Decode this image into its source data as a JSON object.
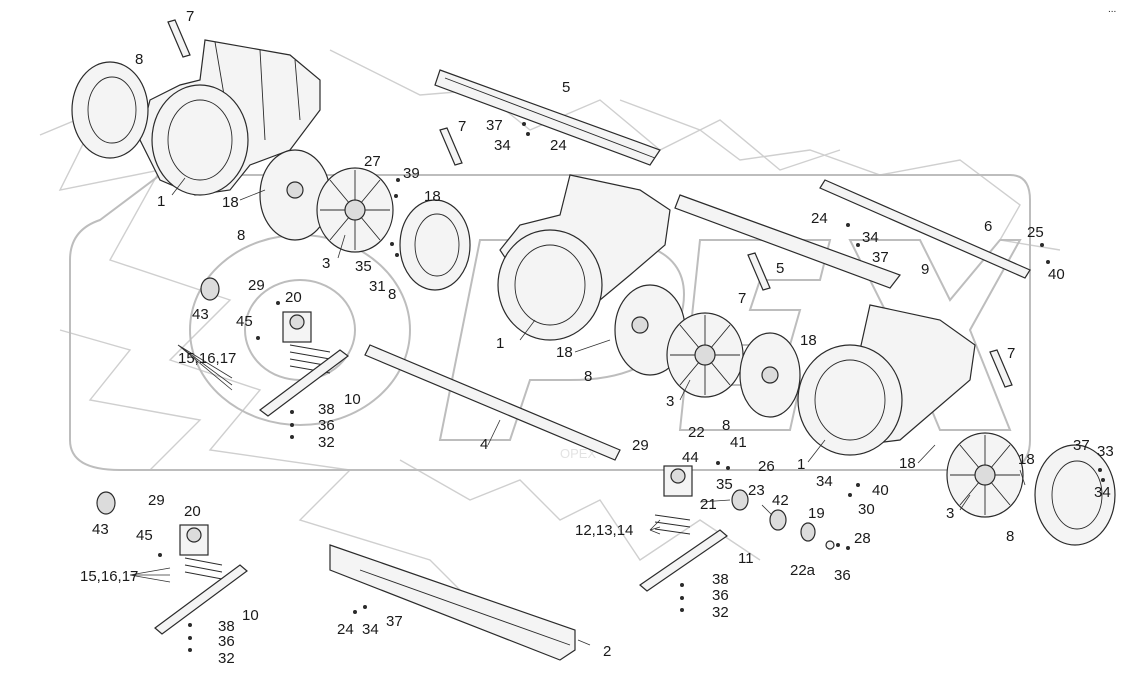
{
  "corner_mark": "...",
  "watermark": "OPEX",
  "callouts": [
    {
      "id": "c1",
      "text": "7"
    },
    {
      "id": "c2",
      "text": "8"
    },
    {
      "id": "c3",
      "text": "5"
    },
    {
      "id": "c4",
      "text": "37"
    },
    {
      "id": "c5",
      "text": "7"
    },
    {
      "id": "c6",
      "text": "34"
    },
    {
      "id": "c7",
      "text": "24"
    },
    {
      "id": "c8",
      "text": "27"
    },
    {
      "id": "c9",
      "text": "39"
    },
    {
      "id": "c10",
      "text": "18"
    },
    {
      "id": "c11",
      "text": "1"
    },
    {
      "id": "c12",
      "text": "18"
    },
    {
      "id": "c13",
      "text": "8"
    },
    {
      "id": "c14",
      "text": "3"
    },
    {
      "id": "c15",
      "text": "35"
    },
    {
      "id": "c16",
      "text": "31"
    },
    {
      "id": "c17",
      "text": "8"
    },
    {
      "id": "c18",
      "text": "24"
    },
    {
      "id": "c19",
      "text": "34"
    },
    {
      "id": "c20",
      "text": "37"
    },
    {
      "id": "c21",
      "text": "6"
    },
    {
      "id": "c22",
      "text": "25"
    },
    {
      "id": "c23",
      "text": "5"
    },
    {
      "id": "c24",
      "text": "9"
    },
    {
      "id": "c25",
      "text": "40"
    },
    {
      "id": "c26",
      "text": "29"
    },
    {
      "id": "c27",
      "text": "20"
    },
    {
      "id": "c28",
      "text": "43"
    },
    {
      "id": "c29",
      "text": "45"
    },
    {
      "id": "c30",
      "text": "15,16,17"
    },
    {
      "id": "c31",
      "text": "1"
    },
    {
      "id": "c32",
      "text": "18"
    },
    {
      "id": "c33",
      "text": "7"
    },
    {
      "id": "c34",
      "text": "8"
    },
    {
      "id": "c35",
      "text": "18"
    },
    {
      "id": "c36",
      "text": "7"
    },
    {
      "id": "c37",
      "text": "10"
    },
    {
      "id": "c38",
      "text": "38"
    },
    {
      "id": "c39",
      "text": "36"
    },
    {
      "id": "c40",
      "text": "32"
    },
    {
      "id": "c41",
      "text": "4"
    },
    {
      "id": "c42",
      "text": "3"
    },
    {
      "id": "c43",
      "text": "8"
    },
    {
      "id": "c44",
      "text": "22"
    },
    {
      "id": "c45",
      "text": "41"
    },
    {
      "id": "c46",
      "text": "29"
    },
    {
      "id": "c47",
      "text": "44"
    },
    {
      "id": "c48",
      "text": "26"
    },
    {
      "id": "c49",
      "text": "1"
    },
    {
      "id": "c50",
      "text": "35"
    },
    {
      "id": "c51",
      "text": "23"
    },
    {
      "id": "c52",
      "text": "34"
    },
    {
      "id": "c53",
      "text": "40"
    },
    {
      "id": "c54",
      "text": "18"
    },
    {
      "id": "c55",
      "text": "37"
    },
    {
      "id": "c56",
      "text": "33"
    },
    {
      "id": "c57",
      "text": "18"
    },
    {
      "id": "c58",
      "text": "34"
    },
    {
      "id": "c59",
      "text": "21"
    },
    {
      "id": "c60",
      "text": "42"
    },
    {
      "id": "c61",
      "text": "30"
    },
    {
      "id": "c62",
      "text": "3"
    },
    {
      "id": "c63",
      "text": "19"
    },
    {
      "id": "c64",
      "text": "12,13,14"
    },
    {
      "id": "c65",
      "text": "28"
    },
    {
      "id": "c66",
      "text": "8"
    },
    {
      "id": "c67",
      "text": "43"
    },
    {
      "id": "c68",
      "text": "29"
    },
    {
      "id": "c69",
      "text": "20"
    },
    {
      "id": "c70",
      "text": "45"
    },
    {
      "id": "c71",
      "text": "11"
    },
    {
      "id": "c72",
      "text": "22a"
    },
    {
      "id": "c73",
      "text": "36"
    },
    {
      "id": "c74",
      "text": "15,16,17"
    },
    {
      "id": "c75",
      "text": "38"
    },
    {
      "id": "c76",
      "text": "36"
    },
    {
      "id": "c77",
      "text": "32"
    },
    {
      "id": "c78",
      "text": "10"
    },
    {
      "id": "c79",
      "text": "38"
    },
    {
      "id": "c80",
      "text": "36"
    },
    {
      "id": "c81",
      "text": "32"
    },
    {
      "id": "c82",
      "text": "24"
    },
    {
      "id": "c83",
      "text": "34"
    },
    {
      "id": "c84",
      "text": "37"
    },
    {
      "id": "c85",
      "text": "2"
    }
  ]
}
